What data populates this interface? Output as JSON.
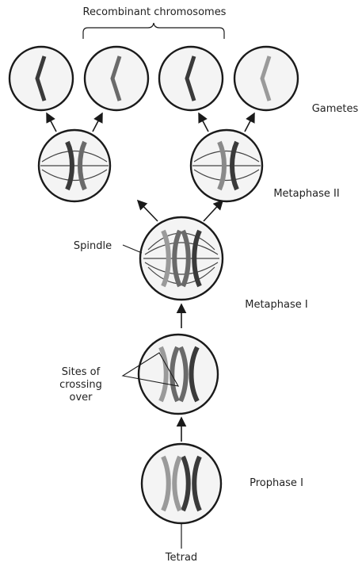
{
  "labels": {
    "tetrad": "Tetrad",
    "prophase1": "Prophase I",
    "crossing_over": [
      "Sites of",
      "crossing",
      "over"
    ],
    "metaphase1": "Metaphase I",
    "spindle": "Spindle",
    "metaphase2": "Metaphase II",
    "gametes": "Gametes",
    "recombinant": "Recombinant chromosomes"
  },
  "colors": {
    "outline": "#1a1a1a",
    "chromatid_dark": "#3a3a3a",
    "chromatid_mid": "#6a6a6a",
    "chromatid_light": "#9a9a9a",
    "cell_fill": "#f4f4f4"
  }
}
